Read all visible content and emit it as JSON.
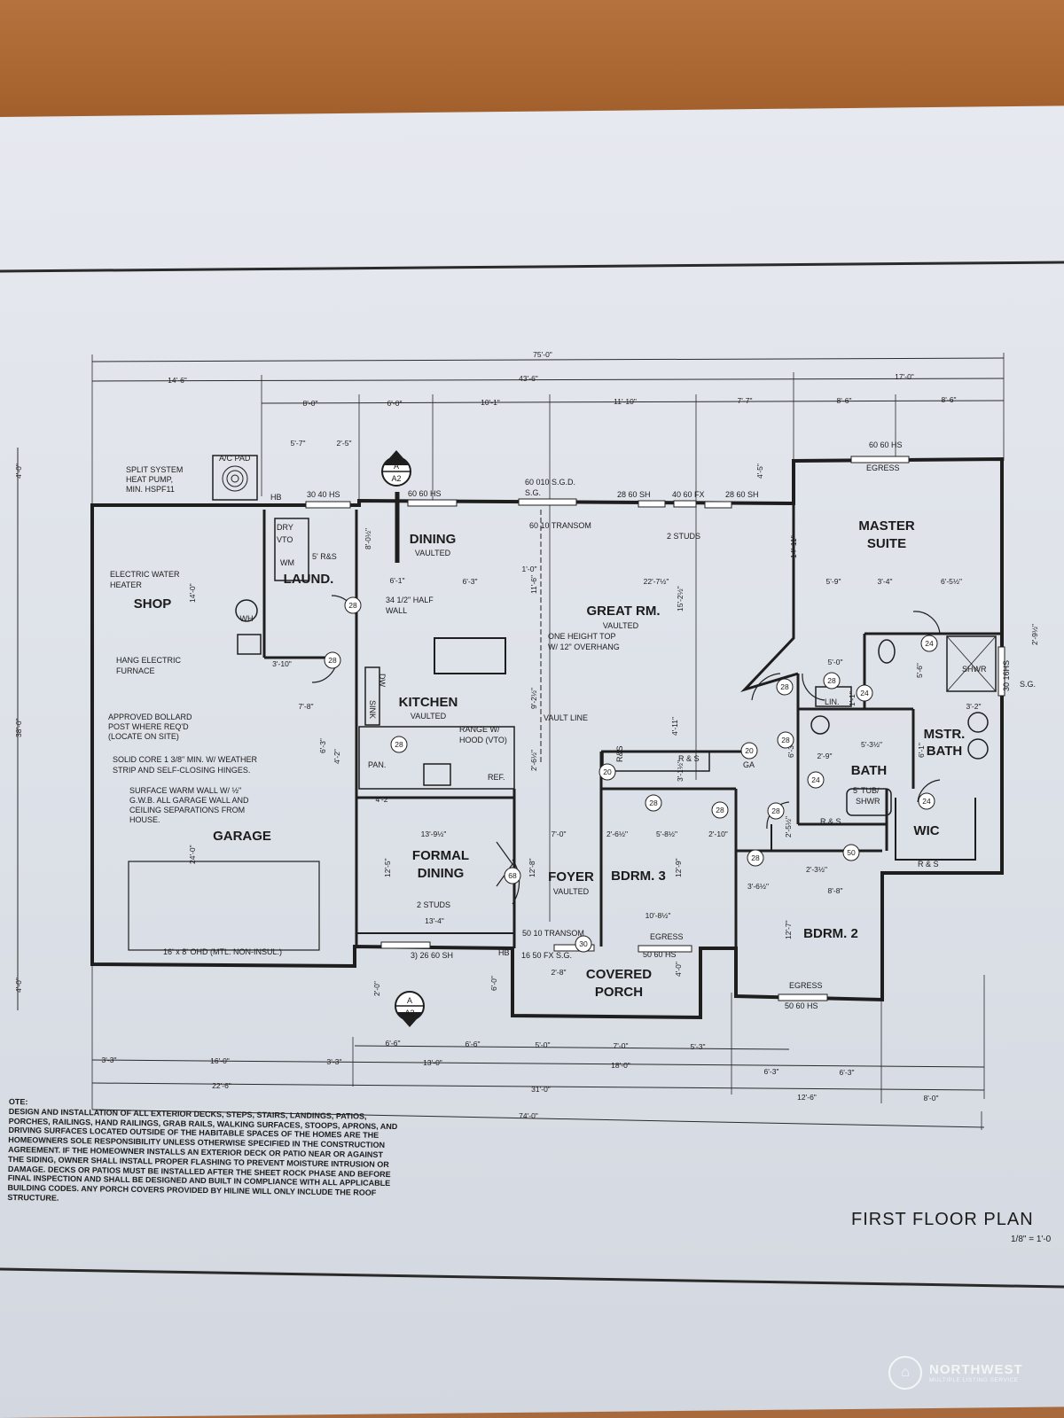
{
  "rooms": {
    "shop": "SHOP",
    "laundry": "LAUND.",
    "dining": "DINING",
    "dining_sub": "VAULTED",
    "great_room": "GREAT RM.",
    "great_room_sub": "VAULTED",
    "master_suite_1": "MASTER",
    "master_suite_2": "SUITE",
    "kitchen": "KITCHEN",
    "kitchen_sub": "VAULTED",
    "garage": "GARAGE",
    "formal_dining_1": "FORMAL",
    "formal_dining_2": "DINING",
    "foyer": "FOYER",
    "foyer_sub": "VAULTED",
    "bdrm3": "BDRM. 3",
    "bdrm2": "BDRM. 2",
    "bath": "BATH",
    "mstr_bath_1": "MSTR.",
    "mstr_bath_2": "BATH",
    "wic": "WIC",
    "covered_porch_1": "COVERED",
    "covered_porch_2": "PORCH"
  },
  "labels": {
    "split_system_1": "SPLIT SYSTEM",
    "split_system_2": "HEAT PUMP,",
    "split_system_3": "MIN. HSPF11",
    "ac_pad": "A/C PAD",
    "water_heater_1": "ELECTRIC WATER",
    "water_heater_2": "HEATER",
    "wh": "WH",
    "furnace_1": "HANG ELECTRIC",
    "furnace_2": "FURNACE",
    "bollard_1": "APPROVED BOLLARD",
    "bollard_2": "POST WHERE REQ'D",
    "bollard_3": "(LOCATE ON SITE)",
    "solid_core_1": "SOLID CORE 1 3/8\" MIN. W/ WEATHER",
    "solid_core_2": "STRIP AND SELF-CLOSING HINGES.",
    "warm_wall_1": "SURFACE WARM WALL W/ ½\"",
    "warm_wall_2": "G.W.B. ALL GARAGE WALL AND",
    "warm_wall_3": "CEILING SEPARATIONS FROM",
    "warm_wall_4": "HOUSE.",
    "garage_door": "16' x 8' OHD (MTL. NON-INSUL.)",
    "dry_vto": "DRY",
    "vto": "VTO",
    "wm": "WM",
    "rs_laund": "5' R&S",
    "hb1": "HB",
    "hb2": "HB",
    "half_wall_1": "34 1/2\" HALF",
    "half_wall_2": "WALL",
    "one_height_1": "ONE HEIGHT TOP",
    "one_height_2": "W/ 12\" OVERHANG",
    "vault_line": "VAULT LINE",
    "range_1": "RANGE W/",
    "range_2": "HOOD (VTO)",
    "pan": "PAN.",
    "ref": "REF.",
    "dw": "DW",
    "sink": "SINK",
    "two_studs_top": "2 STUDS",
    "two_studs_bottom": "2 STUDS",
    "transom_top": "60 10 TRANSOM",
    "transom_bottom": "50 10 TRANSOM",
    "rs_bdrm3": "R & S",
    "rs_bath": "R & S",
    "rs_wic": "R & S",
    "rs_side": "R&S",
    "lin": "LIN.",
    "egress_master": "EGRESS",
    "egress_bdrm3": "EGRESS",
    "egress_bdrm2": "EGRESS",
    "tub_1": "5' TUB/",
    "tub_2": "SHWR",
    "shwr": "SHWR",
    "ga": "GA",
    "win_6060hs_top": "60 60 HS",
    "win_3040hs": "30 40 HS",
    "win_6060hs_dining": "60 60 HS",
    "win_60010_1": "60 010 S.G.D.",
    "win_60010_2": "S.G.",
    "win_2860sh_1": "28 60 SH",
    "win_4060fx": "40 60 FX",
    "win_2860sh_2": "28 60 SH",
    "win_3016hs_1": "30 16HS",
    "win_3016hs_2": "S.G.",
    "win_2860sh_bottom": "3) 26 60 SH",
    "win_1650fx": "16 50 FX S.G.",
    "win_5060hs_bdrm3": "50 60 HS",
    "win_5060hs_bdrm2": "50 60 HS",
    "section_letter": "A",
    "section_sheet": "A2"
  },
  "dims_top": [
    "75'-0\"",
    "14'-6\"",
    "43'-6\"",
    "17'-0\"",
    "8'-0\"",
    "6'-0\"",
    "10'-1\"",
    "11'-10\"",
    "7'-7\"",
    "8'-6\"",
    "8'-6\"",
    "5'-7\"",
    "2'-5\""
  ],
  "dims_bottom": [
    "6'-6\"",
    "6'-6\"",
    "5'-0\"",
    "7'-0\"",
    "5'-3\"",
    "3'-3\"",
    "16'-0\"",
    "3'-3\"",
    "13'-0\"",
    "18'-0\"",
    "6'-3\"",
    "6'-3\"",
    "22'-6\"",
    "31'-0\"",
    "12'-6\"",
    "8'-0\"",
    "74'-0\""
  ],
  "dims_left": [
    "4'-0\"",
    "38'-0\"",
    "4'-0\""
  ],
  "dims_inner": {
    "shop_h": "14'-0\"",
    "shop_w": "3'-10\"",
    "shop_w2": "7'-8\"",
    "laund_h": "8'-0½\"",
    "laund_w": "6'-1\"",
    "kitchen_w": "6'-3\"",
    "kitchen_h": "11'-6\"",
    "kitchen_h2": "9'-2½\"",
    "kitchen_h3": "2'-6½\"",
    "cab_1": "1'-0\"",
    "kitchen_hall": "6'-3\"",
    "kitchen_hall2": "4'-2\"",
    "kitchen_hall3": "4'-2\"",
    "garage_h": "24'-0\"",
    "great_w": "22'-7½\"",
    "great_h": "15'-2½\"",
    "master_h": "14'-11\"",
    "master_w1": "5'-9\"",
    "master_w2": "3'-4\"",
    "master_w3": "6'-5½\"",
    "formal_w": "13'-9½\"",
    "formal_h": "12'-5\"",
    "formal_w2": "13'-4\"",
    "foyer_w": "7'-0\"",
    "foyer_h": "12'-8\"",
    "bdrm3_w1": "2'-6½\"",
    "bdrm3_w2": "5'-8½\"",
    "bdrm3_w3": "2'-10\"",
    "bdrm3_h": "12'-9\"",
    "bdrm3_w": "10'-8½\"",
    "bdrm2_w": "8'-8\"",
    "bdrm2_h": "12'-7\"",
    "bdrm2_x": "3'-6½\"",
    "bdrm2_y": "2'-3½\"",
    "hall_h": "4'-11\"",
    "bath_w": "5'-0\"",
    "bath_w2": "2'-9\"",
    "bath_h": "6'-3\"",
    "mstr_h": "6'-1\"",
    "mstr_w": "3'-2\"",
    "lin_w": "1'-1\"",
    "bath_h2": "5'-3½\"",
    "closet_h": "3'-1½\"",
    "porch_w": "2'-8\"",
    "porch_h": "6'-0\"",
    "porch_h2": "2'-0\"",
    "porch_h3": "4'-0\"",
    "master_top": "4'-5\"",
    "side_r": "2'-9½\"",
    "r1": "5'-6\"",
    "r2": "2'-5½\""
  },
  "door_tags": [
    "28",
    "28",
    "28",
    "68",
    "20",
    "28",
    "20",
    "28",
    "28",
    "28",
    "28",
    "28",
    "28",
    "24",
    "24",
    "24",
    "24",
    "50",
    "50",
    "30"
  ],
  "note": {
    "head": "OTE:",
    "lines": [
      "DESIGN AND INSTALLATION OF ALL EXTERIOR DECKS, STEPS, STAIRS, LANDINGS, PATIOS,",
      "PORCHES, RAILINGS, HAND RAILINGS, GRAB RAILS, WALKING SURFACES, STOOPS, APRONS, AND",
      "DRIVING SURFACES LOCATED OUTSIDE OF THE HABITABLE SPACES OF THE HOMES ARE THE",
      "HOMEOWNERS SOLE RESPONSIBILITY UNLESS OTHERWISE SPECIFIED IN THE CONSTRUCTION",
      "AGREEMENT. IF THE HOMEOWNER INSTALLS AN EXTERIOR DECK OR PATIO NEAR OR AGAINST",
      "THE SIDING, OWNER SHALL INSTALL PROPER FLASHING TO PREVENT MOISTURE INTRUSION OR",
      "DAMAGE. DECKS OR PATIOS MUST BE INSTALLED AFTER THE SHEET ROCK PHASE AND BEFORE",
      "FINAL INSPECTION AND SHALL BE DESIGNED AND BUILT IN COMPLIANCE WITH ALL APPLICABLE",
      "BUILDING CODES.  ANY PORCH COVERS PROVIDED BY HILINE WILL ONLY INCLUDE THE ROOF",
      "STRUCTURE."
    ]
  },
  "title": "FIRST FLOOR PLAN",
  "scale": "1/8\" = 1'-0",
  "watermark": {
    "name": "NORTHWEST",
    "sub": "MULTIPLE LISTING SERVICE",
    "icon": "nwmls-logo-icon"
  }
}
